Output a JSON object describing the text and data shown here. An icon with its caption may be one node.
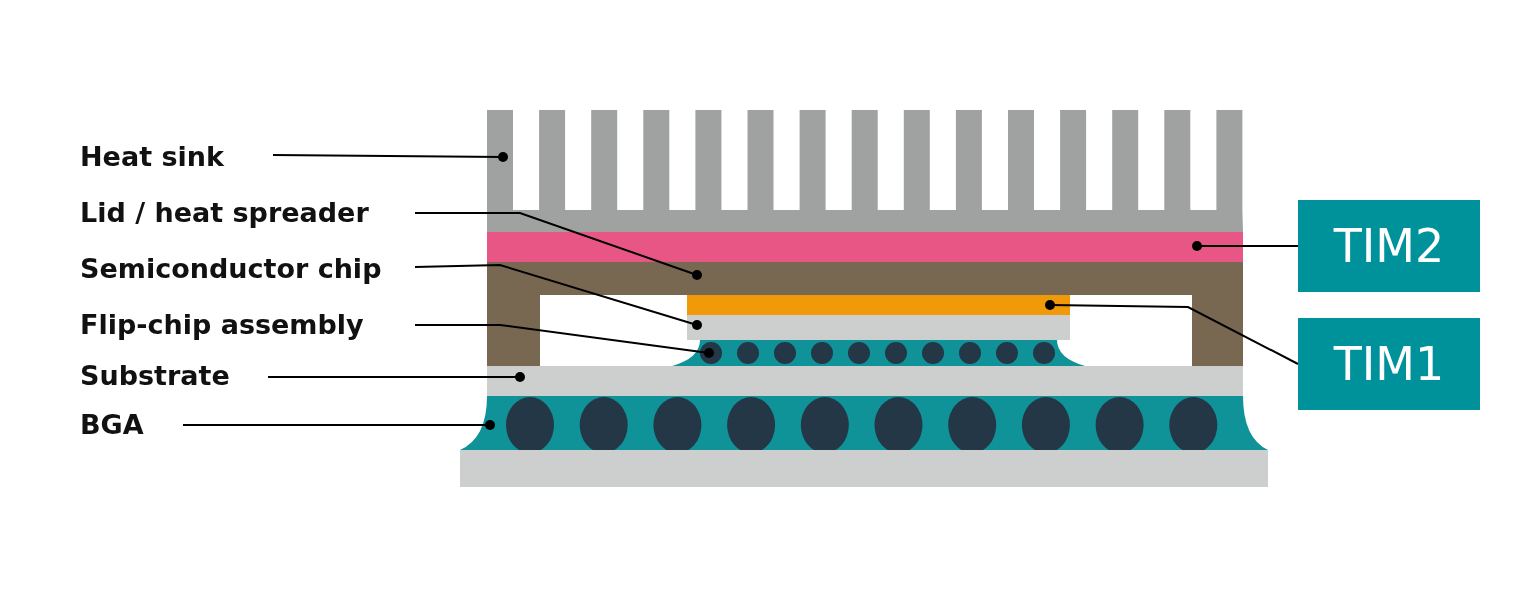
{
  "diagram": {
    "nodes": [
      {
        "text": [
          "Heat sink"
        ]
      },
      {
        "text": [
          "Lid / heat spreader"
        ]
      },
      {
        "text": [
          "Semiconductor chip"
        ]
      },
      {
        "text": [
          "Flip-chip assembly"
        ]
      },
      {
        "text": [
          "Substrate"
        ]
      },
      {
        "text": [
          "BGA"
        ]
      },
      {
        "text": [
          "TIM2"
        ]
      },
      {
        "text": [
          "TIM1"
        ]
      },
      {
        "text": [],
        "shape": "picture"
      },
      {
        "text": [],
        "shape": "box"
      },
      {
        "text": [],
        "shape": "picture"
      },
      {
        "text": [],
        "shape": "box"
      },
      {
        "text": [],
        "shape": "box"
      },
      {
        "text": [],
        "shape": "picture"
      },
      {
        "text": [],
        "shape": "box"
      },
      {
        "text": [],
        "shape": "picture"
      },
      {
        "text": [],
        "shape": "box"
      }
    ],
    "edges": [
      {
        "from": 0,
        "to": 8,
        "arrow": "other"
      },
      {
        "from": 1,
        "to": 10,
        "arrow": "other"
      },
      {
        "from": 2,
        "to": 12,
        "arrow": "other"
      },
      {
        "from": 3,
        "to": 13,
        "arrow": "other"
      },
      {
        "from": 4,
        "to": 14,
        "arrow": "other"
      },
      {
        "from": 5,
        "to": 15,
        "arrow": "other"
      },
      {
        "from": 6,
        "to": 9,
        "arrow": "other"
      },
      {
        "from": 7,
        "to": 11,
        "arrow": "other"
      }
    ]
  }
}
